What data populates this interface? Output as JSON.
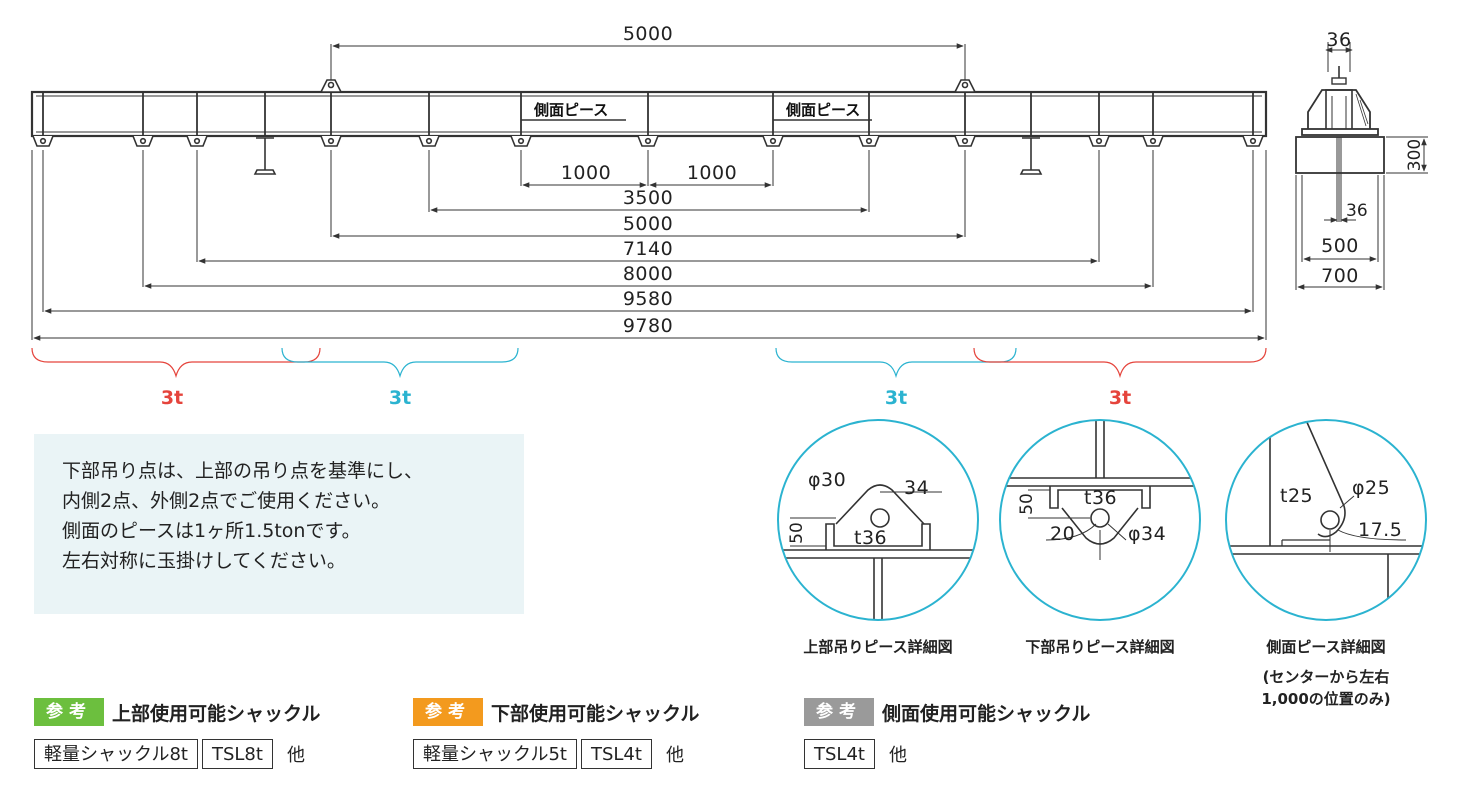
{
  "colors": {
    "red": "#e5443c",
    "cyan": "#2bb3d0",
    "note_bg": "#eaf4f6",
    "badge_green": "#6cbf3e",
    "badge_orange": "#f39a1e",
    "badge_gray": "#9a9a9a",
    "line": "#333333"
  },
  "main_view": {
    "top_dimension": "5000",
    "side_piece_label": "側面ピース",
    "inner_gaps": [
      "1000",
      "1000"
    ],
    "dimensions": [
      "3500",
      "5000",
      "7140",
      "8000",
      "9580",
      "9780"
    ]
  },
  "side_view": {
    "top_width": "36",
    "height": "300",
    "inner": "36",
    "width_500": "500",
    "width_700": "700"
  },
  "loads": [
    "3t",
    "3t",
    "3t",
    "3t"
  ],
  "note": {
    "lines": [
      "下部吊り点は、上部の吊り点を基準にし、",
      "内側2点、外側2点でご使用ください。",
      "側面のピースは1ヶ所1.5tonです。",
      "左右対称に玉掛けしてください。"
    ]
  },
  "details": [
    {
      "caption": "上部吊りピース詳細図",
      "labels": [
        "φ30",
        "34",
        "50",
        "t36"
      ]
    },
    {
      "caption": "下部吊りピース詳細図",
      "labels": [
        "t36",
        "50",
        "20",
        "φ34"
      ]
    },
    {
      "caption": "側面ピース詳細図",
      "caption_sub": [
        "(センターから左右",
        "1,000の位置のみ)"
      ],
      "labels": [
        "t25",
        "φ25",
        "17.5"
      ]
    }
  ],
  "references": [
    {
      "badge": "参考",
      "title": "上部使用可能シャックル",
      "shackles": [
        "軽量シャックル8t",
        "TSL8t"
      ],
      "other": "他"
    },
    {
      "badge": "参考",
      "title": "下部使用可能シャックル",
      "shackles": [
        "軽量シャックル5t",
        "TSL4t"
      ],
      "other": "他"
    },
    {
      "badge": "参考",
      "title": "側面使用可能シャックル",
      "shackles": [
        "TSL4t"
      ],
      "other": "他"
    }
  ]
}
